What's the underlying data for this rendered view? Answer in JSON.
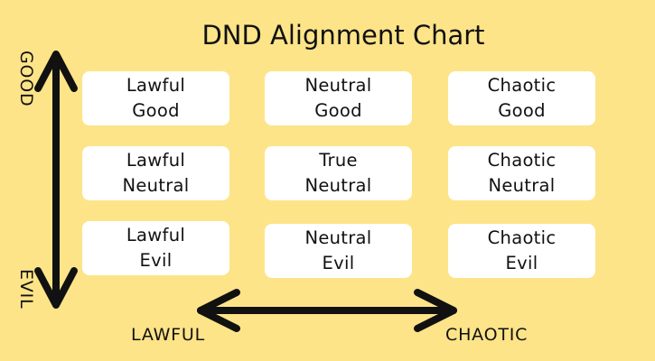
{
  "title": "DND Alignment Chart",
  "axes": {
    "top": "GOOD",
    "bottom": "EVIL",
    "left": "LAWFUL",
    "right": "CHAOTIC"
  },
  "grid": [
    [
      {
        "line1": "Lawful",
        "line2": "Good"
      },
      {
        "line1": "Neutral",
        "line2": "Good"
      },
      {
        "line1": "Chaotic",
        "line2": "Good"
      }
    ],
    [
      {
        "line1": "Lawful",
        "line2": "Neutral"
      },
      {
        "line1": "True",
        "line2": "Neutral"
      },
      {
        "line1": "Chaotic",
        "line2": "Neutral"
      }
    ],
    [
      {
        "line1": "Lawful",
        "line2": "Evil"
      },
      {
        "line1": "Neutral",
        "line2": "Evil"
      },
      {
        "line1": "Chaotic",
        "line2": "Evil"
      }
    ]
  ],
  "colors": {
    "background": "#fde488",
    "card": "#ffffff",
    "ink": "#111111"
  }
}
